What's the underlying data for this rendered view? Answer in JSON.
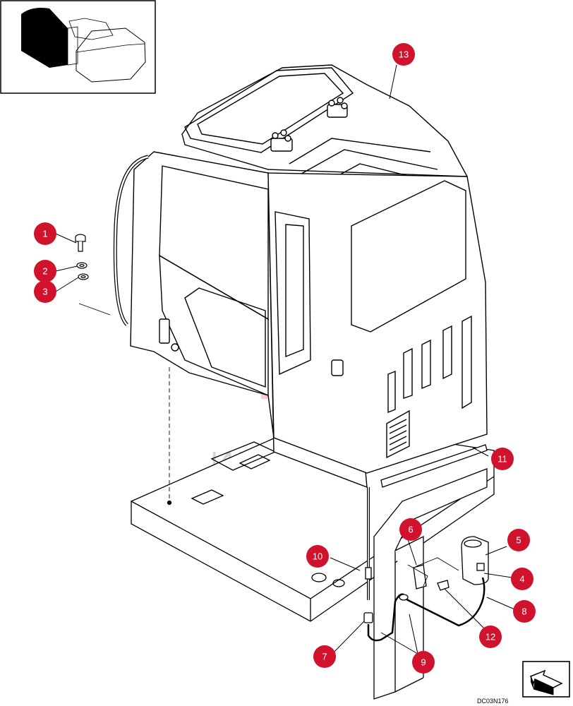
{
  "diagram": {
    "reference_code": "DC03N176",
    "watermark_text": "ИНТЕХ",
    "callout_color": "#d0122c",
    "line_color": "#000000",
    "callouts": [
      {
        "id": "c1",
        "label": "1"
      },
      {
        "id": "c2",
        "label": "2"
      },
      {
        "id": "c3",
        "label": "3"
      },
      {
        "id": "c4",
        "label": "4"
      },
      {
        "id": "c5",
        "label": "5"
      },
      {
        "id": "c6",
        "label": "6"
      },
      {
        "id": "c7",
        "label": "7"
      },
      {
        "id": "c8",
        "label": "8"
      },
      {
        "id": "c9",
        "label": "9"
      },
      {
        "id": "c10",
        "label": "10"
      },
      {
        "id": "c11",
        "label": "11"
      },
      {
        "id": "c12",
        "label": "12"
      },
      {
        "id": "c13",
        "label": "13"
      }
    ],
    "icons": {
      "locator": "machine-locator-icon",
      "orientation": "front-arrow-icon"
    }
  }
}
